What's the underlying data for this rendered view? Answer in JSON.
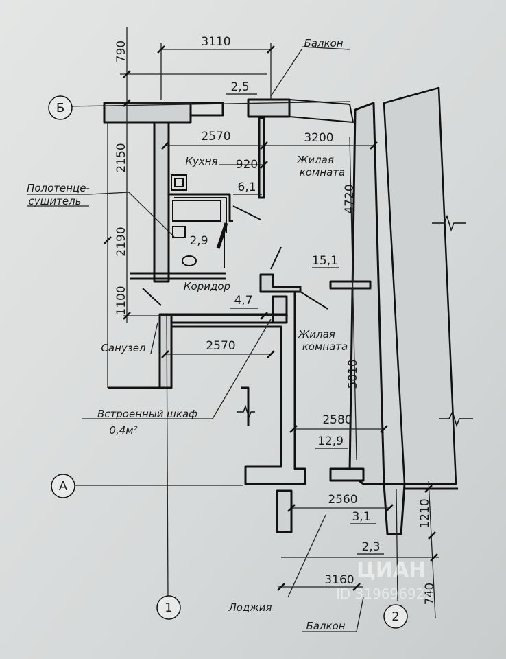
{
  "axes": {
    "b": "Б",
    "a": "А",
    "one": "1",
    "two": "2"
  },
  "dimensions": {
    "top_3110": "3110",
    "left_790": "790",
    "left_2150": "2150",
    "left_2190": "2190",
    "left_1100": "1100",
    "kitchen_2570": "2570",
    "room_3200": "3200",
    "passage_920": "920",
    "right_4720": "4720",
    "bath_2570": "2570",
    "right_5010": "5010",
    "room_2580": "2580",
    "loggia_2560": "2560",
    "right_1210": "1210",
    "bottom_3160": "3160",
    "right_740": "740"
  },
  "areas": {
    "balcony_top": "2,5",
    "kitchen": "6,1",
    "bathroom": "2,9",
    "living_big": "15,1",
    "corridor": "4,7",
    "living_small": "12,9",
    "loggia_a": "3,1",
    "loggia_b": "2,3"
  },
  "labels": {
    "balcony_top": "Балкон",
    "kitchen": "Кухня",
    "living_1_line1": "Жилая",
    "living_1_line2": "комната",
    "towel_line1": "Полотенце-",
    "towel_line2": "сушитель",
    "corridor": "Коридор",
    "sanuzel": "Санузел",
    "living_2_line1": "Жилая",
    "living_2_line2": "комната",
    "closet": "Встроенный шкаф",
    "closet_area": "0,4м²",
    "loggia": "Лоджия",
    "balcony_bottom": "Балкон"
  },
  "watermark": {
    "brand": "ЦИАН",
    "id": "ID 319696929"
  }
}
